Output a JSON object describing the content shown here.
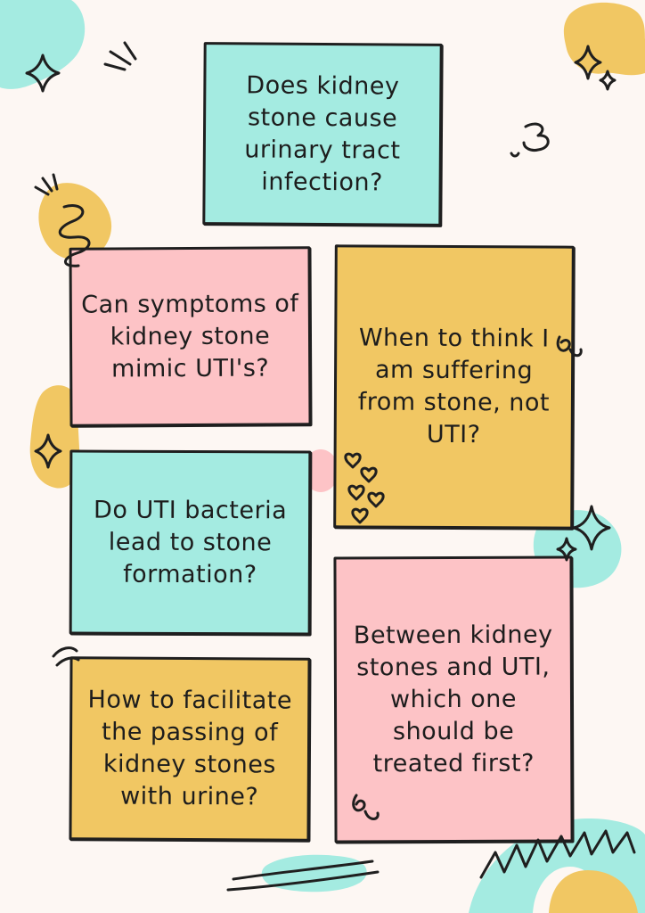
{
  "colors": {
    "background": "#fdf7f3",
    "teal": "#a4ebe1",
    "pink": "#fdc3c6",
    "gold": "#f1c763",
    "ink": "#1d1d1d"
  },
  "cards": [
    {
      "color": "teal",
      "text": "Does kidney stone cause urinary tract infection?"
    },
    {
      "color": "pink",
      "text": "Can symptoms of kidney stone mimic UTI's?"
    },
    {
      "color": "gold",
      "text": "When to think I am suffering from stone, not UTI?"
    },
    {
      "color": "teal",
      "text": "Do UTI bacteria lead to stone formation?"
    },
    {
      "color": "pink",
      "text": "Between kidney stones and UTI, which one should be treated first?"
    },
    {
      "color": "gold",
      "text": "How to facilitate the passing of kidney stones with urine?"
    }
  ],
  "decorations": [
    "sparkle-icon",
    "scribble-icon",
    "heart-icon",
    "blob-shape",
    "zigzag-arc",
    "swirl-icon"
  ]
}
